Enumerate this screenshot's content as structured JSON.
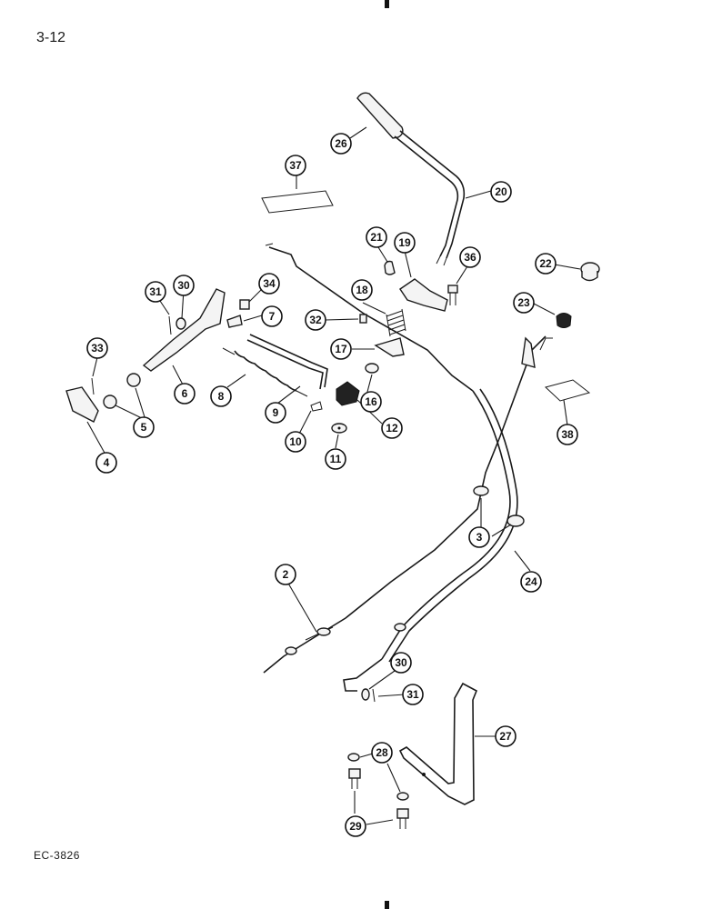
{
  "page": {
    "number": "3-12",
    "figure_code": "EC-3826"
  },
  "callouts": [
    {
      "id": "c2",
      "label": "2"
    },
    {
      "id": "c3",
      "label": "3"
    },
    {
      "id": "c4",
      "label": "4"
    },
    {
      "id": "c5",
      "label": "5"
    },
    {
      "id": "c6",
      "label": "6"
    },
    {
      "id": "c7",
      "label": "7"
    },
    {
      "id": "c8",
      "label": "8"
    },
    {
      "id": "c9",
      "label": "9"
    },
    {
      "id": "c10",
      "label": "10"
    },
    {
      "id": "c11",
      "label": "11"
    },
    {
      "id": "c12",
      "label": "12"
    },
    {
      "id": "c16",
      "label": "16"
    },
    {
      "id": "c17",
      "label": "17"
    },
    {
      "id": "c18",
      "label": "18"
    },
    {
      "id": "c19",
      "label": "19"
    },
    {
      "id": "c20",
      "label": "20"
    },
    {
      "id": "c21",
      "label": "21"
    },
    {
      "id": "c22",
      "label": "22"
    },
    {
      "id": "c23",
      "label": "23"
    },
    {
      "id": "c24",
      "label": "24"
    },
    {
      "id": "c26",
      "label": "26"
    },
    {
      "id": "c27",
      "label": "27"
    },
    {
      "id": "c28",
      "label": "28"
    },
    {
      "id": "c29",
      "label": "29"
    },
    {
      "id": "c30a",
      "label": "30"
    },
    {
      "id": "c30b",
      "label": "30"
    },
    {
      "id": "c31a",
      "label": "31"
    },
    {
      "id": "c31b",
      "label": "31"
    },
    {
      "id": "c32",
      "label": "32"
    },
    {
      "id": "c33",
      "label": "33"
    },
    {
      "id": "c34",
      "label": "34"
    },
    {
      "id": "c36",
      "label": "36"
    },
    {
      "id": "c37",
      "label": "37"
    },
    {
      "id": "c38",
      "label": "38"
    }
  ]
}
